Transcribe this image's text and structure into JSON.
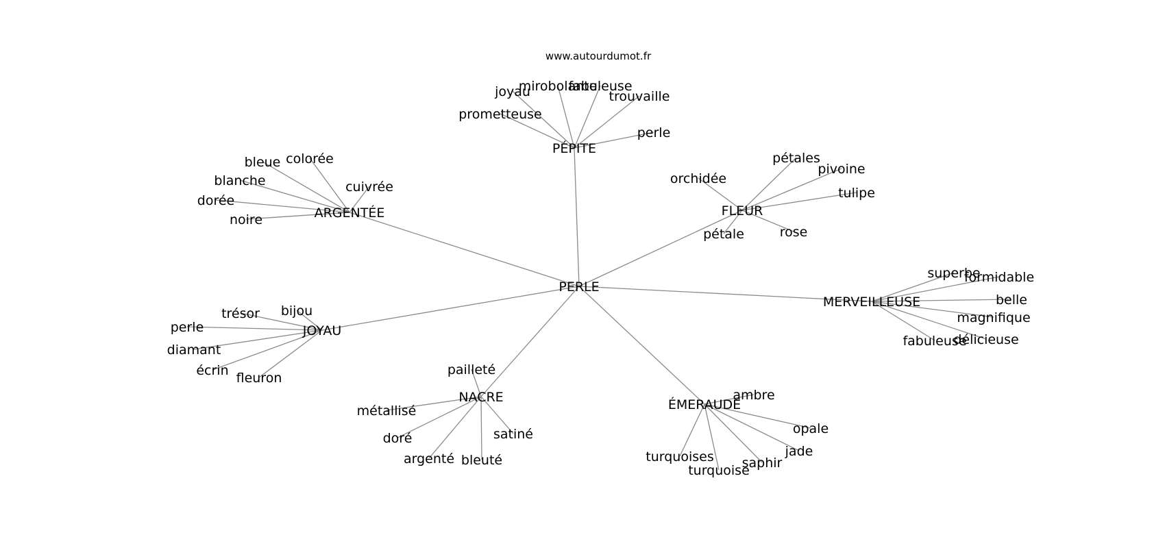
{
  "source": "www.autourdumot.fr",
  "center": "PERLE",
  "groups": [
    {
      "word": "PÉPITE",
      "words": [
        "mirobolante",
        "fabuleuse",
        "joyau",
        "trouvaille",
        "prometteuse",
        "perle"
      ]
    },
    {
      "word": "ARGENTÉE",
      "words": [
        "bleue",
        "colorée",
        "blanche",
        "cuivrée",
        "dorée",
        "noire"
      ]
    },
    {
      "word": "FLEUR",
      "words": [
        "pétales",
        "pivoine",
        "orchidée",
        "tulipe",
        "pétale",
        "rose"
      ]
    },
    {
      "word": "MERVEILLEUSE",
      "words": [
        "superbe",
        "formidable",
        "belle",
        "magnifique",
        "fabuleuse",
        "délicieuse"
      ]
    },
    {
      "word": "JOYAU",
      "words": [
        "trésor",
        "bijou",
        "perle",
        "diamant",
        "écrin",
        "fleuron"
      ]
    },
    {
      "word": "NACRE",
      "words": [
        "pailleté",
        "métallisé",
        "doré",
        "satiné",
        "argenté",
        "bleuté"
      ]
    },
    {
      "word": "ÉMERAUDE",
      "words": [
        "ambre",
        "opale",
        "jade",
        "saphir",
        "turquoises",
        "turquoise"
      ]
    }
  ]
}
